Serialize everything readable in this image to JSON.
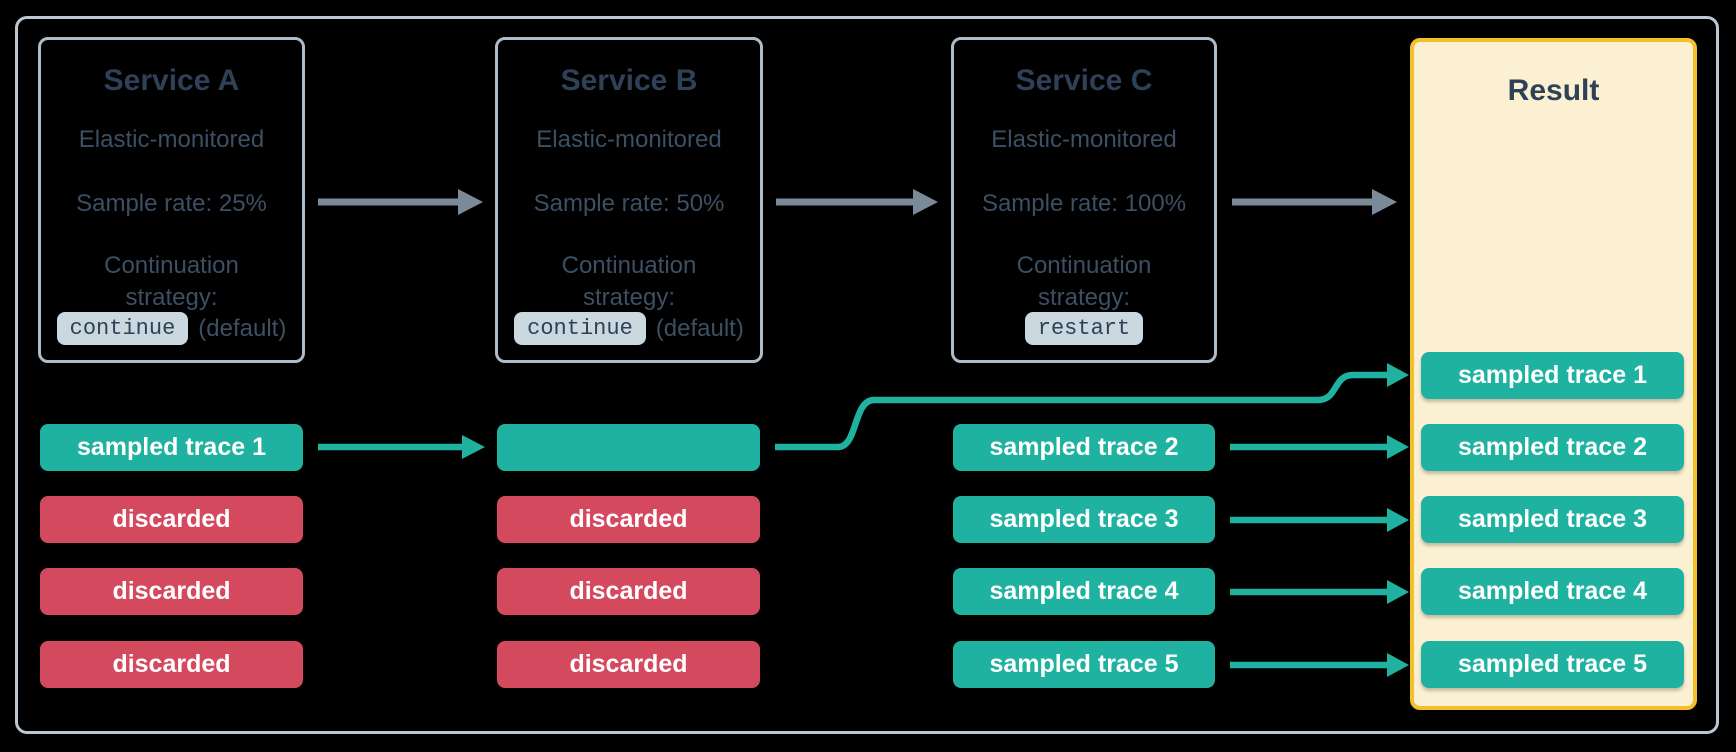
{
  "colors": {
    "teal": "#1fb2a1",
    "red": "#d4495e",
    "gold": "#f4c02a",
    "cream": "#fbf0d2",
    "arrow": "#7b8a99",
    "box-border": "#aebcc9",
    "frame-border": "#bcc7d2",
    "chip-bg": "#ccd8e0",
    "title": "#2e4156",
    "body": "#3c4f63"
  },
  "diagram": {
    "services": [
      {
        "title": "Service A",
        "subtitle": "Elastic-monitored",
        "sample_rate": "Sample rate: 25%",
        "continuation_label": "Continuation strategy:",
        "strategy_chip": "continue",
        "strategy_note": "(default)"
      },
      {
        "title": "Service B",
        "subtitle": "Elastic-monitored",
        "sample_rate": "Sample rate: 50%",
        "continuation_label": "Continuation strategy:",
        "strategy_chip": "continue",
        "strategy_note": "(default)"
      },
      {
        "title": "Service C",
        "subtitle": "Elastic-monitored",
        "sample_rate": "Sample rate: 100%",
        "continuation_label": "Continuation strategy:",
        "strategy_chip": "restart",
        "strategy_note": ""
      }
    ],
    "result": {
      "title": "Result"
    },
    "traces": {
      "service_a": [
        "sampled trace 1",
        "discarded",
        "discarded",
        "discarded"
      ],
      "service_b": [
        "",
        "discarded",
        "discarded",
        "discarded"
      ],
      "service_c": [
        "sampled trace 2",
        "sampled trace 3",
        "sampled trace 4",
        "sampled trace 5"
      ],
      "result": [
        "sampled trace 1",
        "sampled trace 2",
        "sampled trace 3",
        "sampled trace 4",
        "sampled trace 5"
      ]
    }
  }
}
